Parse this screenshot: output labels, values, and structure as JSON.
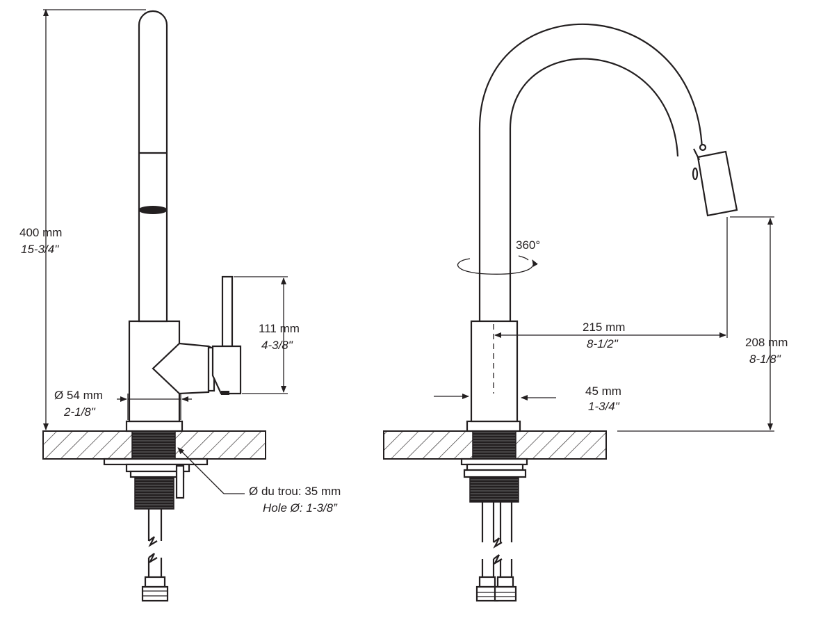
{
  "colors": {
    "line": "#231f20",
    "background": "#ffffff"
  },
  "dimensions": {
    "height_total": {
      "metric": "400 mm",
      "imperial": "15-3/4\""
    },
    "handle_height": {
      "metric": "111 mm",
      "imperial": "4-3/8\""
    },
    "base_diameter": {
      "metric": "Ø 54 mm",
      "imperial": "2-1/8\""
    },
    "hole_diameter": {
      "metric": "Ø du trou: 35 mm",
      "imperial": "Hole Ø: 1-3/8”"
    },
    "rotation": {
      "label": "360°"
    },
    "reach": {
      "metric": "215 mm",
      "imperial": "8-1/2\""
    },
    "spout_height": {
      "metric": "208 mm",
      "imperial": "8-1/8\""
    },
    "spout_diameter": {
      "metric": "45 mm",
      "imperial": "1-3/4\""
    }
  }
}
